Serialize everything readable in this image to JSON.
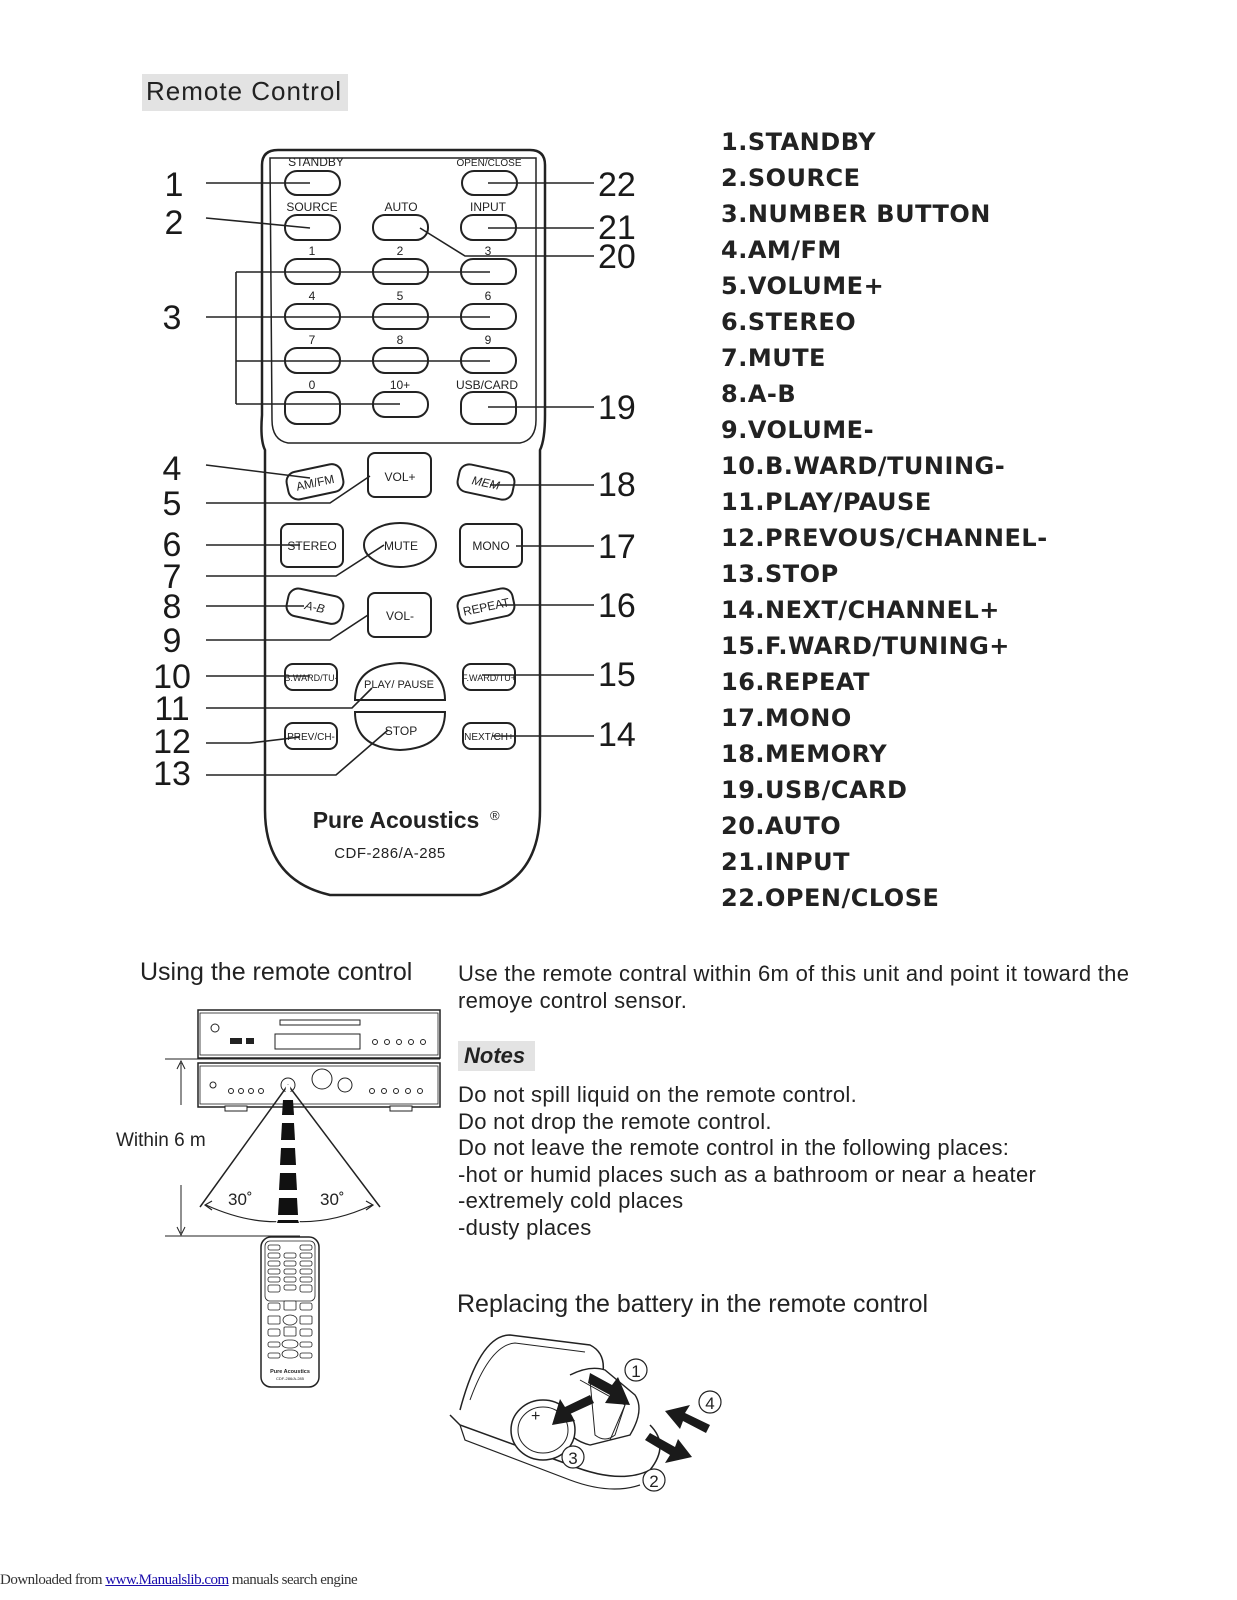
{
  "section_title": "Remote Control",
  "remote": {
    "brand": "Pure Acoustics",
    "brand_mark": "®",
    "model": "CDF-286/A-285",
    "labels": {
      "standby": "STANDBY",
      "open_close": "OPEN/CLOSE",
      "source": "SOURCE",
      "auto": "AUTO",
      "input": "INPUT",
      "n1": "1",
      "n2": "2",
      "n3": "3",
      "n4": "4",
      "n5": "5",
      "n6": "6",
      "n7": "7",
      "n8": "8",
      "n9": "9",
      "n0": "0",
      "n10": "10+",
      "usb_card": "USB/CARD",
      "am_fm": "AM/FM",
      "vol_up": "VOL+",
      "mem": "MEM",
      "stereo": "STEREO",
      "mute": "MUTE",
      "mono": "MONO",
      "ab": "A-B",
      "vol_down": "VOL-",
      "repeat": "REPEAT",
      "bward": "B.WARD/TU-",
      "play_pause": "PLAY/ PAUSE",
      "fward": "F.WARD/TU+",
      "prev": "PREV/CH-",
      "stop": "STOP",
      "next": "NEXT/CH+"
    },
    "callouts": {
      "c1": "1",
      "c2": "2",
      "c3": "3",
      "c4": "4",
      "c5": "5",
      "c6": "6",
      "c7": "7",
      "c8": "8",
      "c9": "9",
      "c10": "10",
      "c11": "11",
      "c12": "12",
      "c13": "13",
      "c14": "14",
      "c15": "15",
      "c16": "16",
      "c17": "17",
      "c18": "18",
      "c19": "19",
      "c20": "20",
      "c21": "21",
      "c22": "22"
    }
  },
  "key_list": [
    "1.STANDBY",
    "2.SOURCE",
    "3.NUMBER BUTTON",
    "4.AM/FM",
    "5.VOLUME+",
    "6.STEREO",
    "7.MUTE",
    "8.A-B",
    "9.VOLUME-",
    "10.B.WARD/TUNING-",
    "11.PLAY/PAUSE",
    "12.PREVOUS/CHANNEL-",
    "13.STOP",
    "14.NEXT/CHANNEL+",
    "15.F.WARD/TUNING+",
    "16.REPEAT",
    "17.MONO",
    "18.MEMORY",
    "19.USB/CARD",
    "20.AUTO",
    "21.INPUT",
    "22.OPEN/CLOSE"
  ],
  "using": {
    "title": "Using the remote control",
    "text": "Use the remote contral within 6m of this unit and point it toward the remoye control sensor.",
    "distance": "Within 6 m",
    "angle_left": "30˚",
    "angle_right": "30˚",
    "mini_brand": "Pure Acoustics",
    "mini_model": "CDF-286/A-285"
  },
  "notes": {
    "title": "Notes",
    "items": [
      "Do not spill liquid on the remote control.",
      "Do not drop the remote control.",
      "Do not leave the remote control in the following places:",
      "-hot or humid places such as a bathroom or near a heater",
      "-extremely cold places",
      "-dusty places"
    ]
  },
  "battery": {
    "title": "Replacing the battery in the remote control",
    "steps": [
      "1",
      "2",
      "3",
      "4"
    ],
    "polarity": "+"
  },
  "footer": {
    "prefix": "Downloaded from ",
    "link": "www.Manualslib.com",
    "suffix": " manuals search engine"
  }
}
